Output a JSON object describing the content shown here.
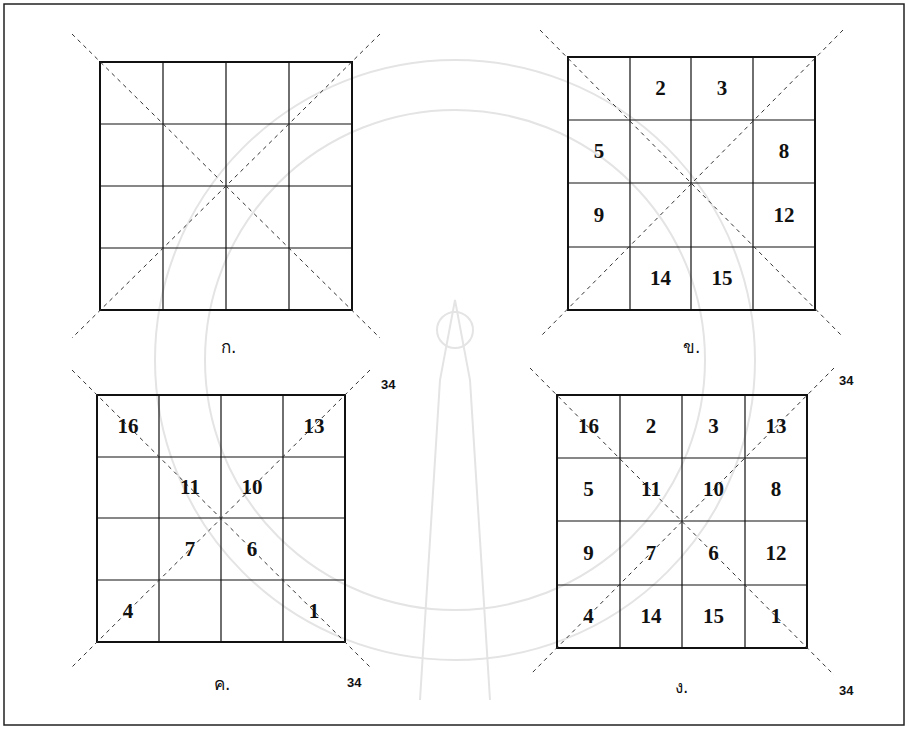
{
  "diagram": {
    "labels": [
      "2",
      "3",
      "5",
      "8",
      "9",
      "12",
      "14",
      "15",
      "16",
      "13",
      "11",
      "10",
      "7",
      "6",
      "4",
      "1",
      "16",
      "2",
      "3",
      "13",
      "5",
      "11",
      "10",
      "8",
      "9",
      "7",
      "6",
      "12",
      "4",
      "14",
      "15",
      "1",
      "34",
      "34",
      "34",
      "34",
      "ก.",
      "ข.",
      "ค.",
      "ง."
    ]
  }
}
